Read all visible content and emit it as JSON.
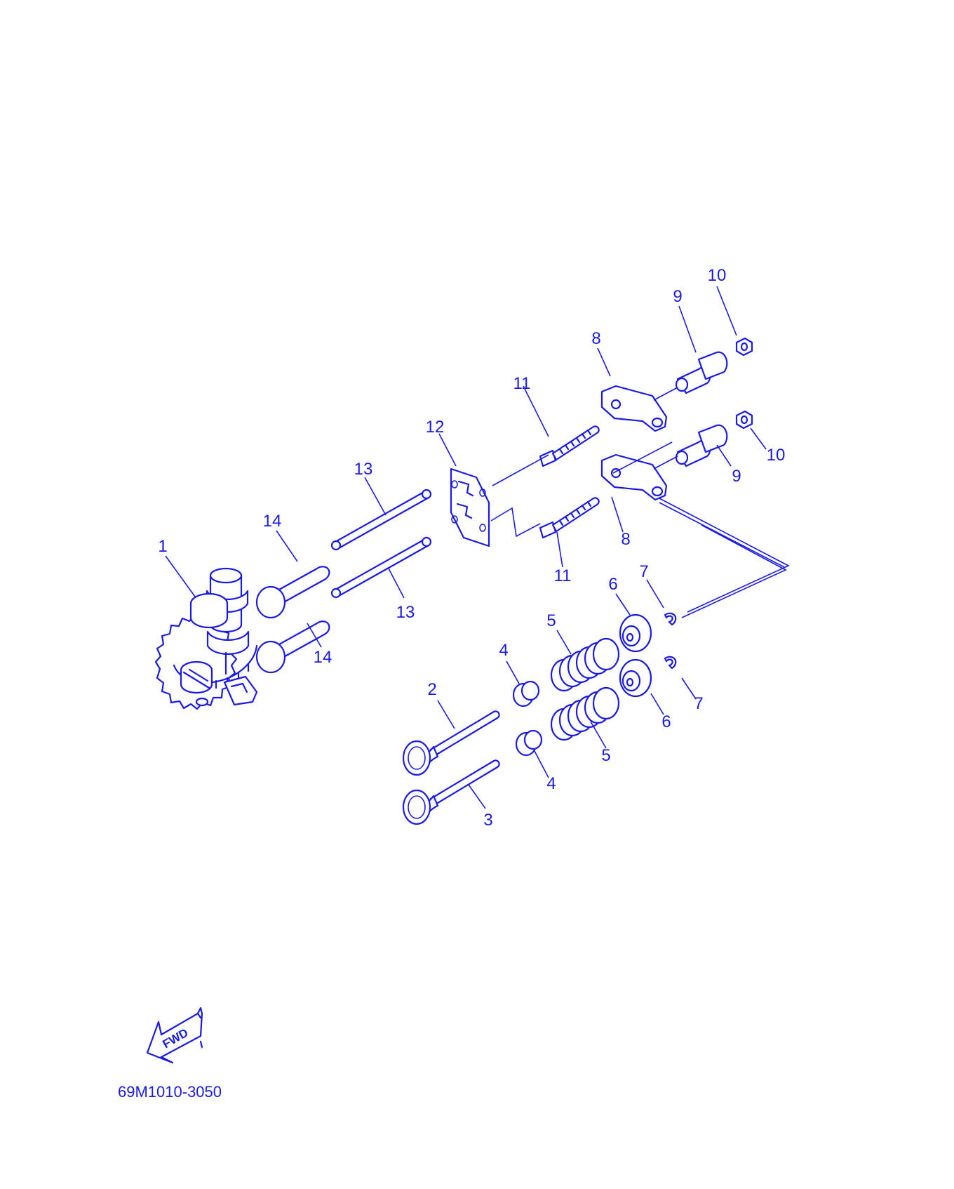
{
  "colors": {
    "line": "#1a1ae6",
    "background": "#ffffff"
  },
  "callouts": [
    {
      "text": "1"
    },
    {
      "text": "2"
    },
    {
      "text": "3"
    },
    {
      "text": "4"
    },
    {
      "text": "4"
    },
    {
      "text": "5"
    },
    {
      "text": "5"
    },
    {
      "text": "6"
    },
    {
      "text": "6"
    },
    {
      "text": "7"
    },
    {
      "text": "7"
    },
    {
      "text": "8"
    },
    {
      "text": "8"
    },
    {
      "text": "9"
    },
    {
      "text": "9"
    },
    {
      "text": "10"
    },
    {
      "text": "10"
    },
    {
      "text": "11"
    },
    {
      "text": "11"
    },
    {
      "text": "12"
    },
    {
      "text": "13"
    },
    {
      "text": "13"
    },
    {
      "text": "14"
    },
    {
      "text": "14"
    }
  ],
  "forward_arrow": {
    "label": "FWD",
    "icon": "forward-arrow-icon"
  },
  "diagram_code": "69M1010-3050"
}
